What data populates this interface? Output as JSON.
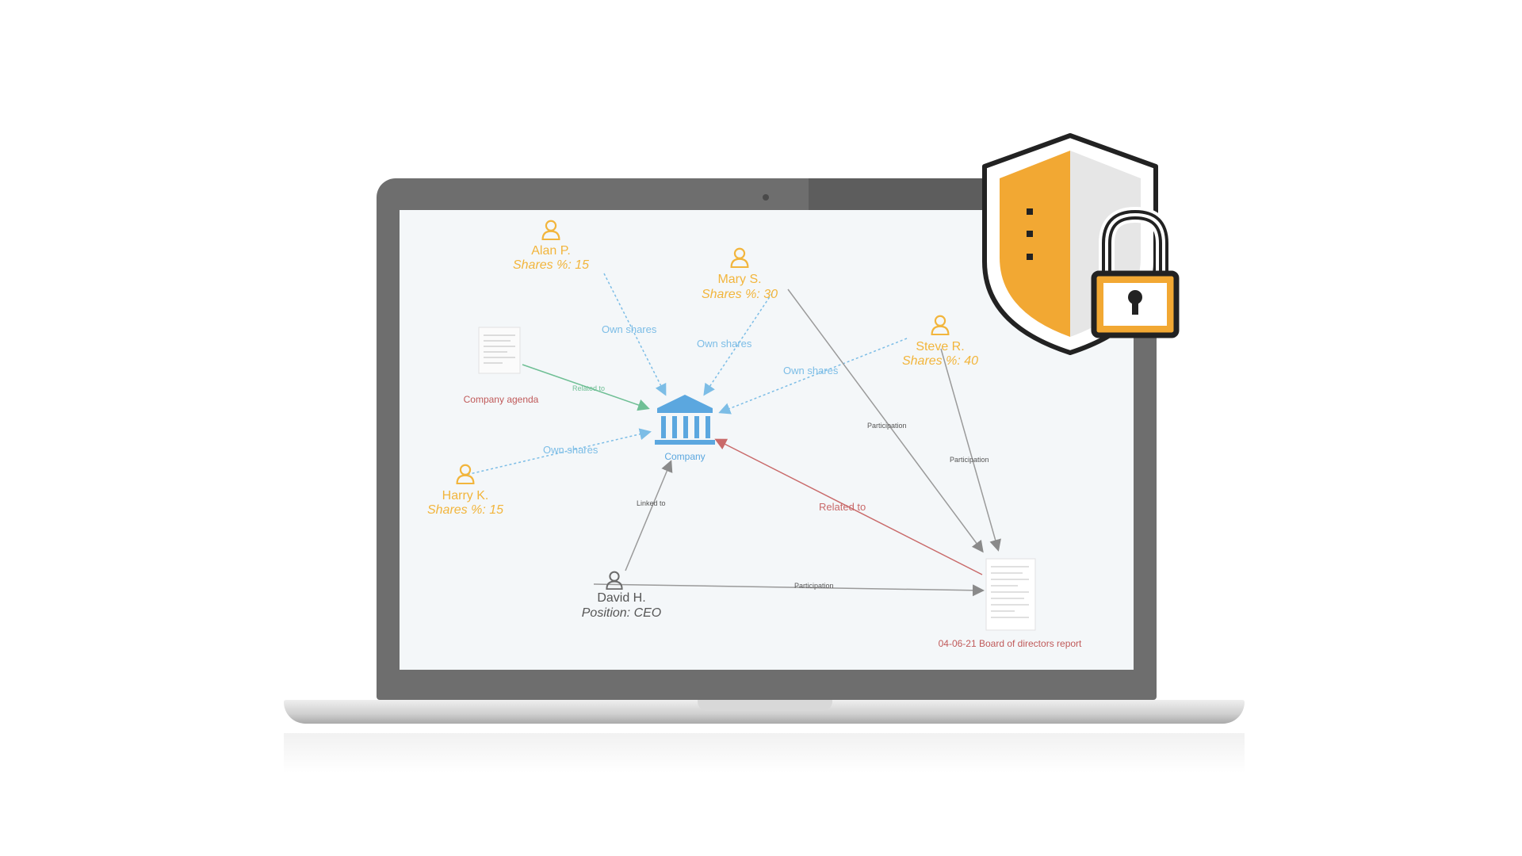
{
  "diagram": {
    "people": [
      {
        "id": "alan",
        "name": "Alan P.",
        "shares_label": "Shares %: 15"
      },
      {
        "id": "mary",
        "name": "Mary S.",
        "shares_label": "Shares %: 30"
      },
      {
        "id": "steve",
        "name": "Steve R.",
        "shares_label": "Shares %: 40"
      },
      {
        "id": "harry",
        "name": "Harry K.",
        "shares_label": "Shares %: 15"
      }
    ],
    "ceo": {
      "name": "David H.",
      "position": "Position: CEO"
    },
    "company": {
      "label": "Company"
    },
    "documents": {
      "agenda": "Company agenda",
      "report": "04-06-21 Board of directors report"
    },
    "edges": {
      "own_shares": "Own shares",
      "related_to": "Related to",
      "participation": "Participation",
      "linked_to": "Linked to"
    },
    "colors": {
      "person": "#f2b53c",
      "company": "#5ba7df",
      "own_shares": "#7cbde6",
      "related": "#c96a6a",
      "participation": "#9a9a9a",
      "shield_orange": "#f2a833",
      "shield_grey": "#e6e6e6",
      "outline": "#222222"
    },
    "icons": [
      "person-icon",
      "bank-icon",
      "document-icon",
      "shield-icon",
      "padlock-icon"
    ]
  }
}
